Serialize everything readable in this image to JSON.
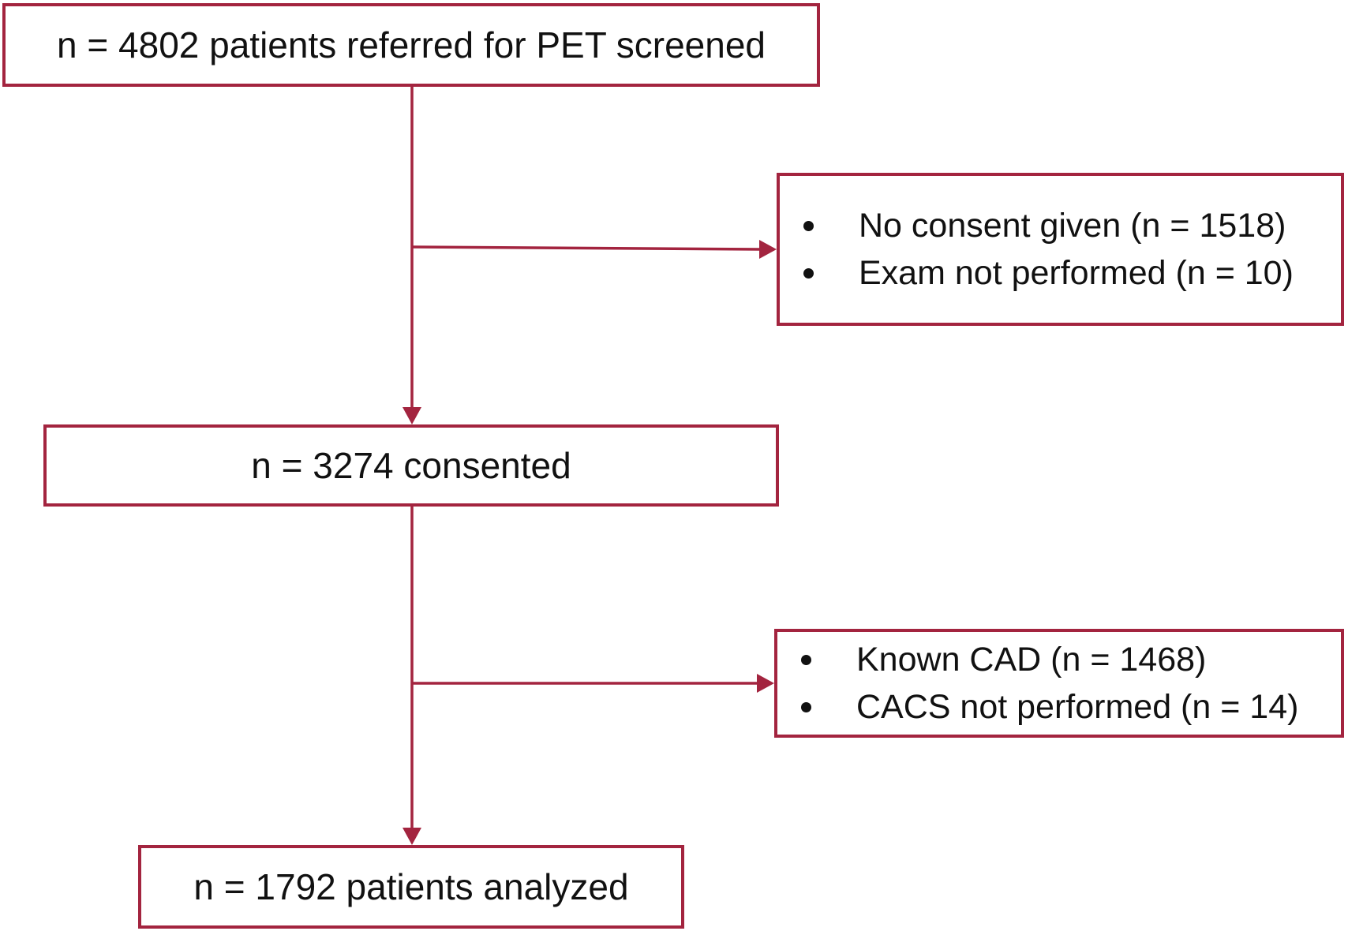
{
  "colors": {
    "border": "#a3243f",
    "arrow": "#a3243f",
    "text": "#111111",
    "background": "#ffffff"
  },
  "flowchart": {
    "screened": "n = 4802 patients referred for PET screened",
    "exclusion_1": {
      "items": [
        "No consent given (n = 1518)",
        "Exam not performed (n = 10)"
      ]
    },
    "consented": "n = 3274 consented",
    "exclusion_2": {
      "items": [
        "Known CAD (n = 1468)",
        "CACS not performed (n = 14)"
      ]
    },
    "analyzed": "n = 1792 patients analyzed"
  }
}
